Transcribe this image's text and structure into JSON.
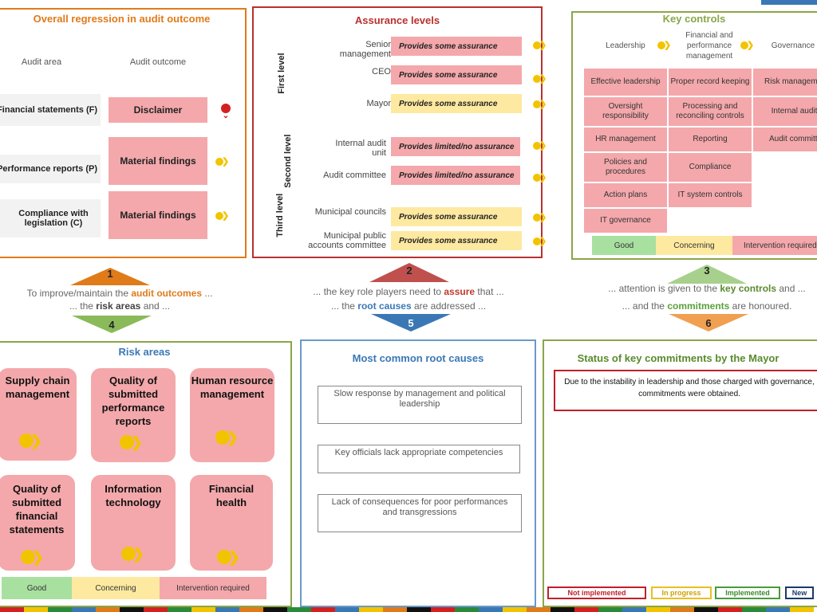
{
  "regression": {
    "title": "Overall regression in audit outcome",
    "col_area": "Audit area",
    "col_outcome": "Audit outcome",
    "rows": [
      {
        "area": "Financial statements (F)",
        "outcome": "Disclaimer"
      },
      {
        "area": "Performance reports (P)",
        "outcome": "Material findings"
      },
      {
        "area": "Compliance with legislation (C)",
        "outcome": "Material findings"
      }
    ]
  },
  "assurance": {
    "title": "Assurance levels",
    "levels": [
      "First level",
      "Second level",
      "Third level"
    ],
    "roles": [
      {
        "role": "Senior management",
        "status": "Provides some assurance",
        "color": "pink"
      },
      {
        "role": "CEO",
        "status": "Provides some assurance",
        "color": "pink"
      },
      {
        "role": "Mayor",
        "status": "Provides some assurance",
        "color": "yellow"
      },
      {
        "role": "Internal audit unit",
        "status": "Provides limited/no assurance",
        "color": "pink"
      },
      {
        "role": "Audit committee",
        "status": "Provides limited/no assurance",
        "color": "pink"
      },
      {
        "role": "Municipal councils",
        "status": "Provides some assurance",
        "color": "yellow"
      },
      {
        "role": "Municipal public accounts committee",
        "status": "Provides some assurance",
        "color": "yellow"
      }
    ]
  },
  "key_controls": {
    "title": "Key controls",
    "headers": [
      "Leadership",
      "Financial and performance management",
      "Governance"
    ],
    "col1": [
      "Effective leadership",
      "Oversight responsibility",
      "HR management",
      "Policies and procedures",
      "Action plans",
      "IT governance"
    ],
    "col2": [
      "Proper record keeping",
      "Processing and reconciling controls",
      "Reporting",
      "Compliance",
      "IT system controls"
    ],
    "col3": [
      "Risk management",
      "Internal audit",
      "Audit committee"
    ],
    "legend": [
      "Good",
      "Concerning",
      "Intervention required"
    ]
  },
  "middle": {
    "left_line1_pre": "To improve/maintain the ",
    "left_line1_hl": "audit outcomes",
    "left_line1_post": " ...",
    "left_line2_pre": "... the ",
    "left_line2_hl": "risk areas",
    "left_line2_post": " and ...",
    "center_line1_pre": "... the key role players need to ",
    "center_line1_hl": "assure",
    "center_line1_post": " that ...",
    "center_line2_pre": "... the ",
    "center_line2_hl": "root causes",
    "center_line2_post": " are addressed ...",
    "right_line1_pre": "... attention is given to the ",
    "right_line1_hl": "key controls",
    "right_line1_post": " and ...",
    "right_line2_pre": "... and the ",
    "right_line2_hl": "commitments",
    "right_line2_post": " are honoured.",
    "numbers": [
      "1",
      "2",
      "3",
      "4",
      "5",
      "6"
    ]
  },
  "risk_areas": {
    "title": "Risk areas",
    "items": [
      "Supply chain management",
      "Quality of submitted performance reports",
      "Human resource management",
      "Quality of submitted financial statements",
      "Information technology",
      "Financial health"
    ],
    "legend": [
      "Good",
      "Concerning",
      "Intervention required"
    ]
  },
  "root_causes": {
    "title": "Most common root causes",
    "items": [
      "Slow response by management and political leadership",
      "Key officials lack appropriate competencies",
      "Lack of consequences for poor performances and transgressions"
    ]
  },
  "commitments": {
    "title": "Status of key commitments by the Mayor",
    "text": "Due to the instability in leadership and those charged with governance, commitments were obtained.",
    "legend": [
      "Not implemented",
      "In progress",
      "Implemented",
      "New"
    ]
  },
  "colors": {
    "orange": "#e07b1a",
    "red_border": "#b8312f",
    "olive_border": "#8aa64a",
    "blue_border": "#6a9ac8",
    "pink": "#f4a8ab",
    "yellow": "#fde9a0",
    "green": "#a8e0a0"
  }
}
